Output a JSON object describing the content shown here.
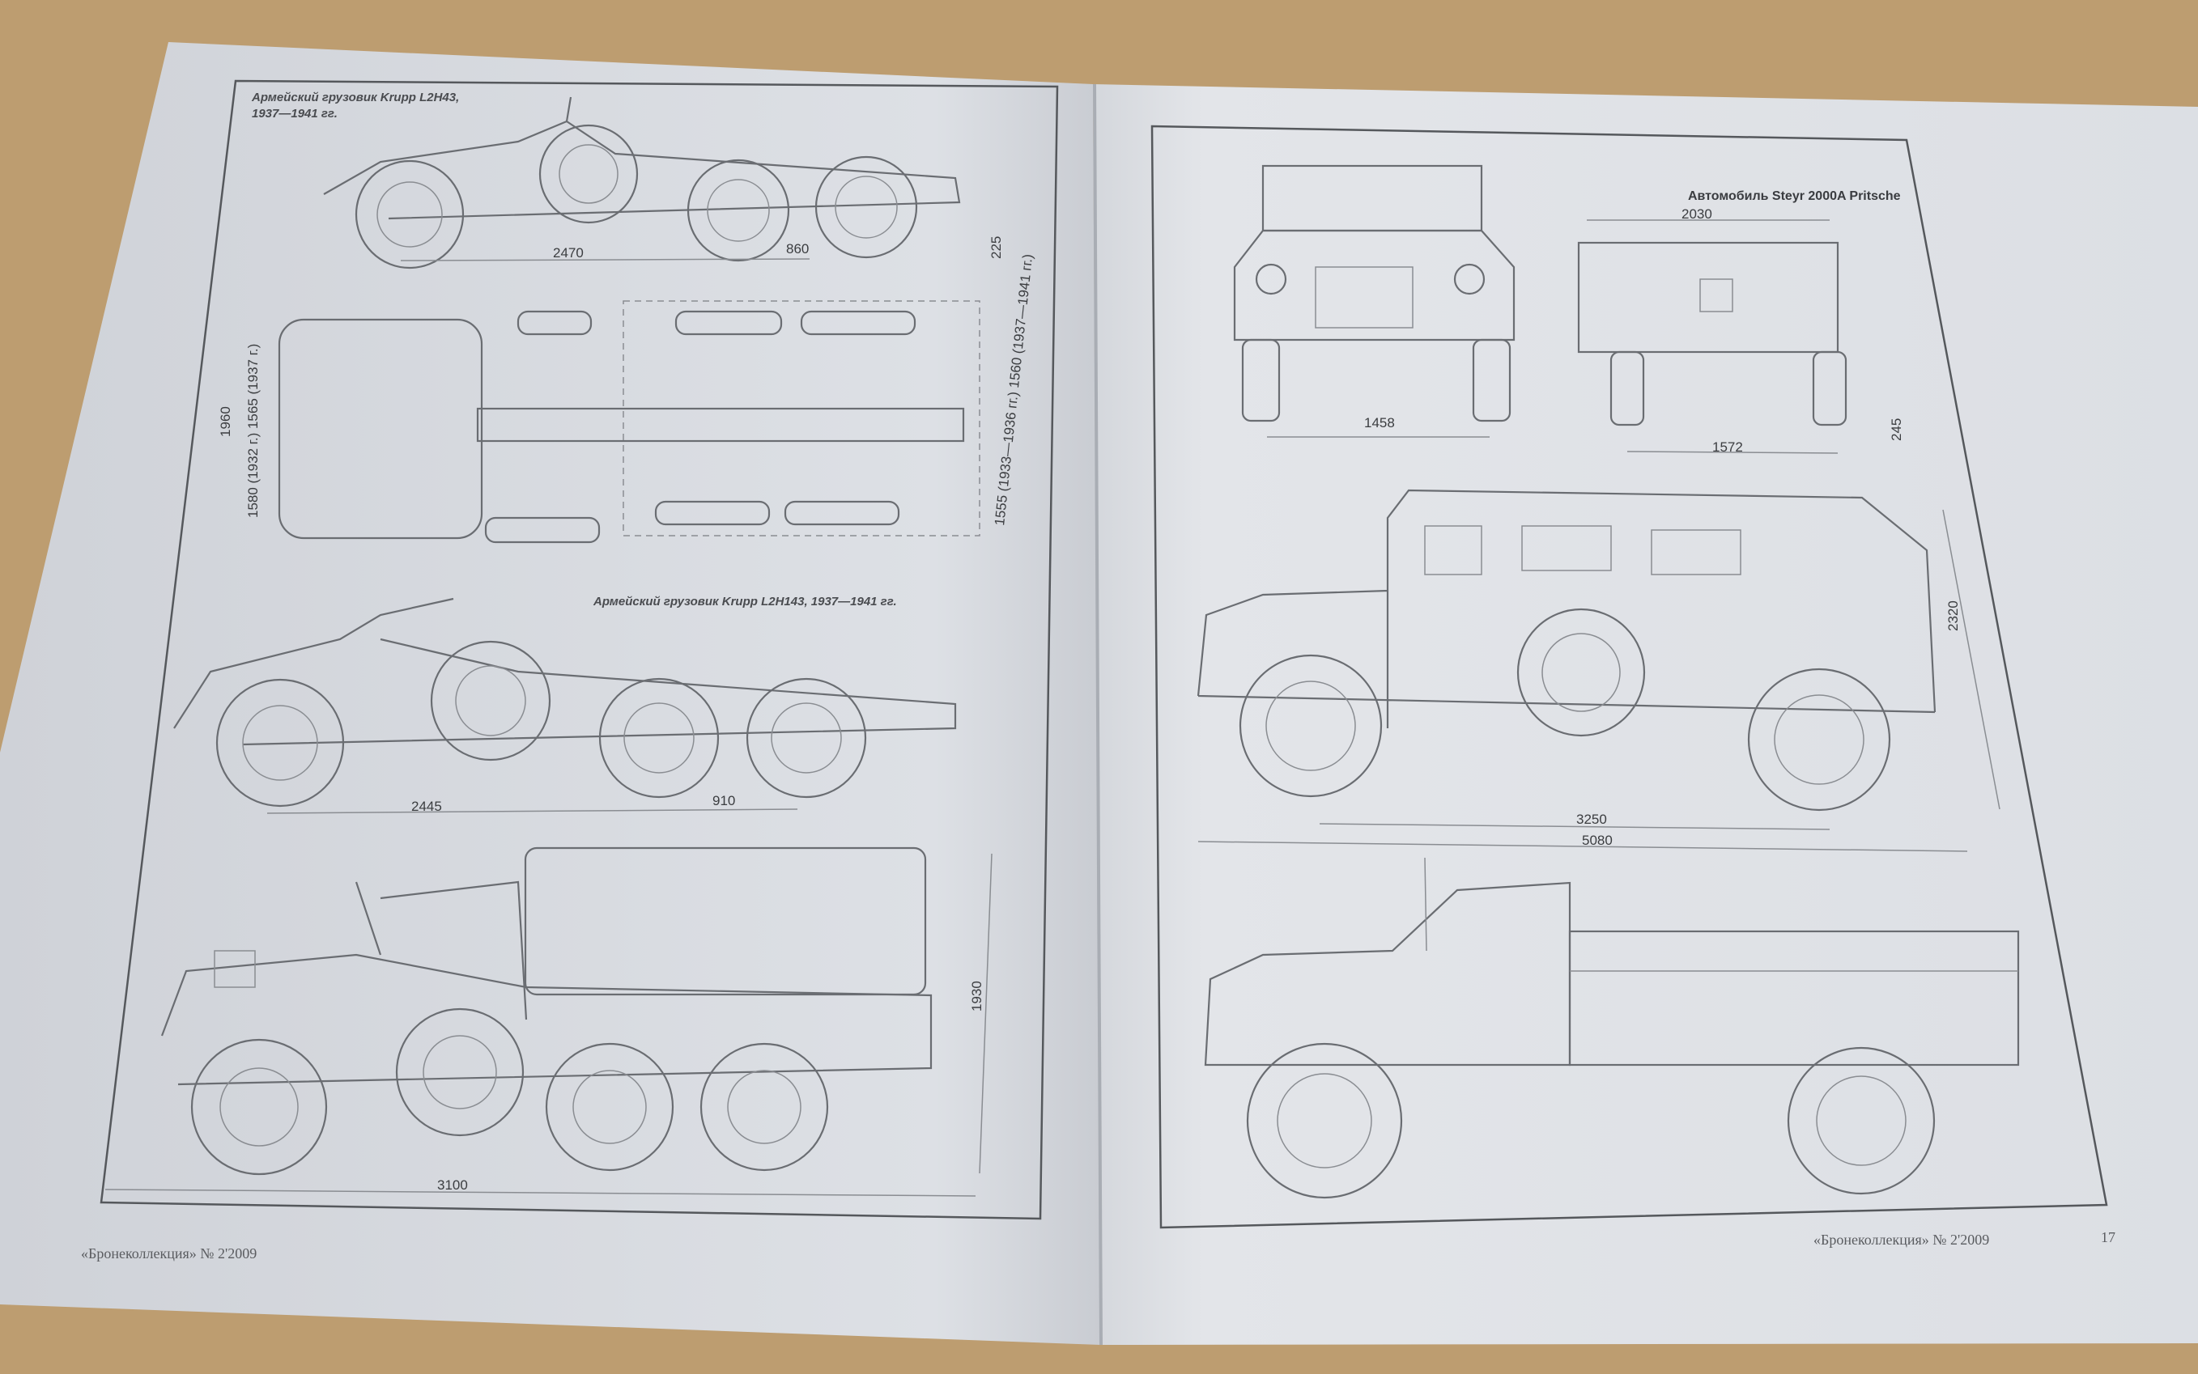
{
  "left_page": {
    "title_top_line1": "Армейский грузовик Krupp L2H43,",
    "title_top_line2": "1937—1941 гг.",
    "dims_side1": [
      "2470",
      "860",
      "225"
    ],
    "dims_top": [
      "1960",
      "1580 (1932 г.) 1565 (1937 г.)",
      "1555 (1933—1936 гг.) 1560 (1937—1941 гг.)"
    ],
    "title_mid": "Армейский грузовик Krupp L2H143, 1937—1941 гг.",
    "dims_side2": [
      "2445",
      "910"
    ],
    "dims_side3": [
      "1930",
      "3100"
    ],
    "footer": "«Бронеколлекция» № 2'2009"
  },
  "right_page": {
    "title": "Автомобиль Steyr 2000A Pritsche",
    "dims_front": [
      "1458"
    ],
    "dims_rear": [
      "2030",
      "1572",
      "245"
    ],
    "dims_side": [
      "2320",
      "3250",
      "5080"
    ],
    "footer": "«Бронеколлекция» № 2'2009",
    "page_number": "17"
  },
  "colors": {
    "paper": "#dfe1e6",
    "ink": "#5a5d62",
    "table": "#b99a6e"
  }
}
